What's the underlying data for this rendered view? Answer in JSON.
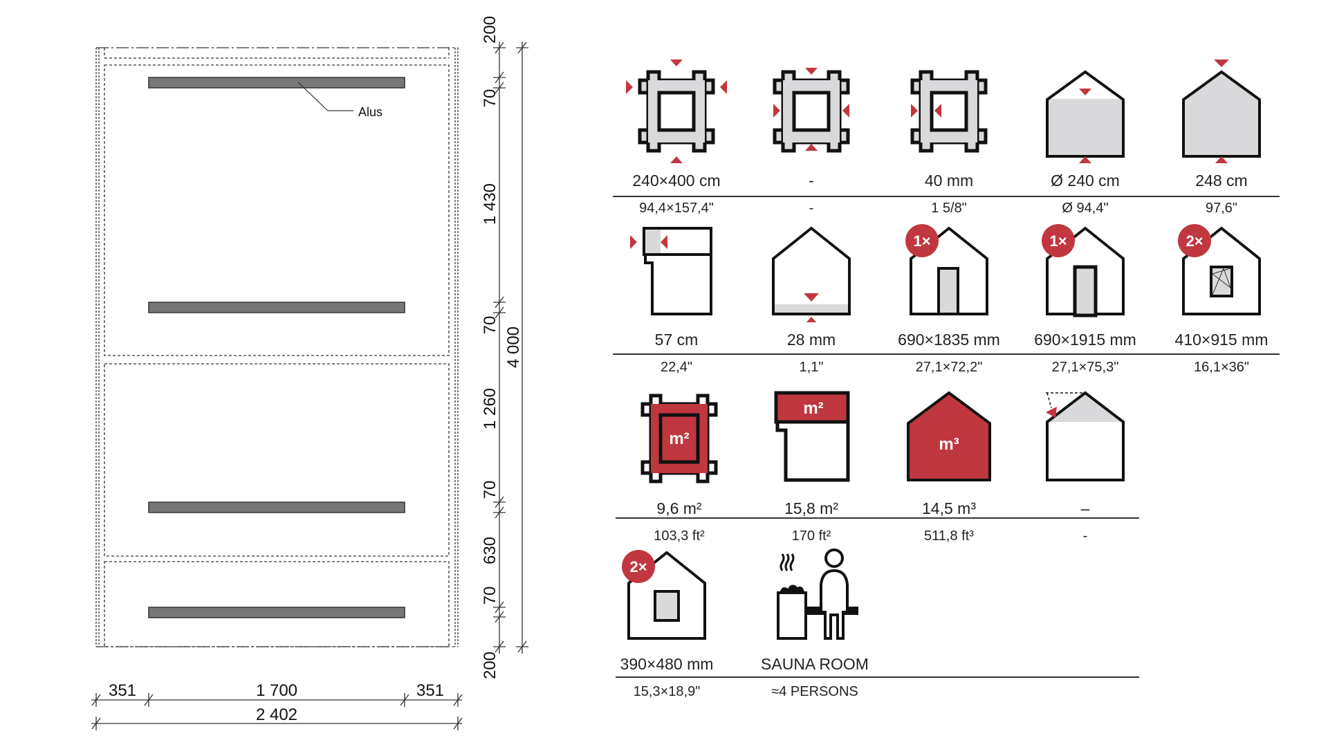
{
  "plan": {
    "callout_label": "Alus",
    "vertical_dims": [
      "200",
      "70",
      "1 430",
      "70",
      "1 260",
      "70",
      "630",
      "70",
      "200"
    ],
    "total_length": "4 000",
    "horizontal_dims": [
      "351",
      "1 700",
      "351"
    ],
    "total_width": "2 402"
  },
  "specs": {
    "rows": [
      [
        {
          "icon": "outer-dimensions-icon",
          "label": "240×400 cm",
          "sub": "94,4×157,4\""
        },
        {
          "icon": "inner-dimensions-icon",
          "label": "-",
          "sub": "-"
        },
        {
          "icon": "wall-thickness-icon",
          "label": "40 mm",
          "sub": "1 5/8\""
        },
        {
          "icon": "wall-height-icon",
          "label": "Ø 240 cm",
          "sub": "Ø 94,4\""
        },
        {
          "icon": "ridge-height-icon",
          "label": "248 cm",
          "sub": "97,6\""
        }
      ],
      [
        {
          "icon": "roof-overhang-icon",
          "label": "57 cm",
          "sub": "22,4\""
        },
        {
          "icon": "floor-thickness-icon",
          "label": "28 mm",
          "sub": "1,1\""
        },
        {
          "icon": "door-icon",
          "badge": "1×",
          "label": "690×1835 mm",
          "sub": "27,1×72,2\""
        },
        {
          "icon": "door-icon",
          "badge": "1×",
          "label": "690×1915 mm",
          "sub": "27,1×75,3\""
        },
        {
          "icon": "window-icon",
          "badge": "2×",
          "label": "410×915 mm",
          "sub": "16,1×36\""
        }
      ],
      [
        {
          "icon": "floor-area-icon",
          "unit": "m²",
          "label": "9,6 m²",
          "sub": "103,3 ft²"
        },
        {
          "icon": "roof-area-icon",
          "unit": "m²",
          "label": "15,8 m²",
          "sub": "170 ft²"
        },
        {
          "icon": "volume-icon",
          "unit": "m³",
          "label": "14,5 m³",
          "sub": "511,8 ft³"
        },
        {
          "icon": "roof-pitch-icon",
          "label": "–",
          "sub": "-"
        }
      ],
      [
        {
          "icon": "small-window-icon",
          "badge": "2×",
          "label": "390×480 mm",
          "sub": "15,3×18,9\""
        },
        {
          "icon": "sauna-person-icon",
          "label": "SAUNA ROOM",
          "sub": "≈4 PERSONS"
        }
      ]
    ]
  },
  "colors": {
    "accent": "#c1373f",
    "fill_gray": "#d9d9db",
    "beam": "#777777"
  }
}
